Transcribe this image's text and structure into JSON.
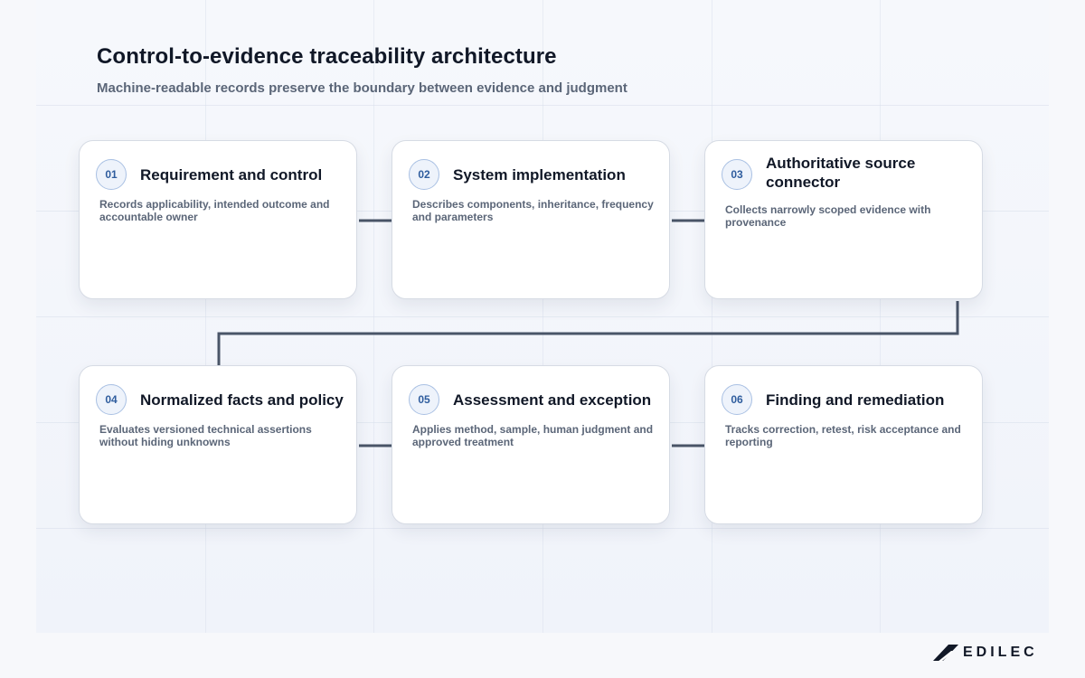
{
  "header": {
    "title": "Control-to-evidence traceability architecture",
    "subtitle": "Machine-readable records preserve the boundary between evidence and judgment"
  },
  "steps": [
    {
      "number": "01",
      "title": "Requirement and control",
      "description": "Records applicability, intended outcome and accountable owner"
    },
    {
      "number": "02",
      "title": "System implementation",
      "description": "Describes components, inheritance, frequency and parameters"
    },
    {
      "number": "03",
      "title": "Authoritative source connector",
      "description": "Collects narrowly scoped evidence with provenance"
    },
    {
      "number": "04",
      "title": "Normalized facts and policy",
      "description": "Evaluates versioned technical assertions without hiding unknowns"
    },
    {
      "number": "05",
      "title": "Assessment and exception",
      "description": "Applies method, sample, human judgment and approved treatment"
    },
    {
      "number": "06",
      "title": "Finding and remediation",
      "description": "Tracks correction, retest, risk acceptance and reporting"
    }
  ],
  "brand": {
    "logo_text": "EDILEC"
  },
  "colors": {
    "connector": "#4a5568",
    "badge_border": "#a9c0e3",
    "badge_text": "#2f5d9e",
    "title_text": "#111827",
    "muted_text": "#5b6678"
  }
}
